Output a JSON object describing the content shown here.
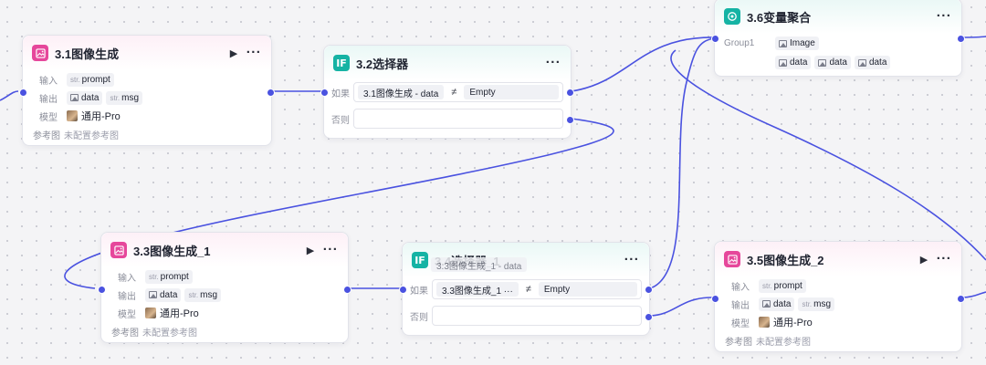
{
  "nodes": {
    "n31": {
      "title": "3.1图像生成",
      "input_label": "输入",
      "input_tag": "prompt",
      "output_label": "输出",
      "output_tags": [
        "data",
        "msg"
      ],
      "model_label": "模型",
      "model_value": "通用-Pro",
      "ref_label": "参考图",
      "ref_value": "未配置参考图"
    },
    "n32": {
      "title": "3.2选择器",
      "if_label": "如果",
      "cond_field": "3.1图像生成 - data",
      "cond_op": "≠",
      "cond_value": "Empty",
      "else_label": "否则"
    },
    "n33": {
      "title": "3.3图像生成_1",
      "input_label": "输入",
      "input_tag": "prompt",
      "output_label": "输出",
      "output_tags": [
        "data",
        "msg"
      ],
      "model_label": "模型",
      "model_value": "通用-Pro",
      "ref_label": "参考图",
      "ref_value": "未配置参考图"
    },
    "n34": {
      "title": "3.4选择器_1",
      "if_label": "如果",
      "cond_field": "3.3图像生成_1 ···",
      "cond_op": "≠",
      "cond_value": "Empty",
      "else_label": "否则",
      "drag_ghost": "3.3图像生成_1 - data"
    },
    "n35": {
      "title": "3.5图像生成_2",
      "input_label": "输入",
      "input_tag": "prompt",
      "output_label": "输出",
      "output_tags": [
        "data",
        "msg"
      ],
      "model_label": "模型",
      "model_value": "通用-Pro",
      "ref_label": "参考图",
      "ref_value": "未配置参考图"
    },
    "n36": {
      "title": "3.6变量聚合",
      "group_label": "Group1",
      "group_tags_row1": [
        "Image"
      ],
      "group_tags_row2": [
        "data",
        "data",
        "data"
      ]
    }
  },
  "tag_prefix": "str.",
  "icons": {
    "run": "play-icon",
    "more": "more-icon",
    "image_node": "image-node-icon",
    "if_node": "if-node-icon",
    "aggregate_node": "aggregate-node-icon"
  },
  "colors": {
    "edge": "#4a52e0",
    "image_icon": "#e6479b",
    "logic_icon": "#15b3a4"
  }
}
